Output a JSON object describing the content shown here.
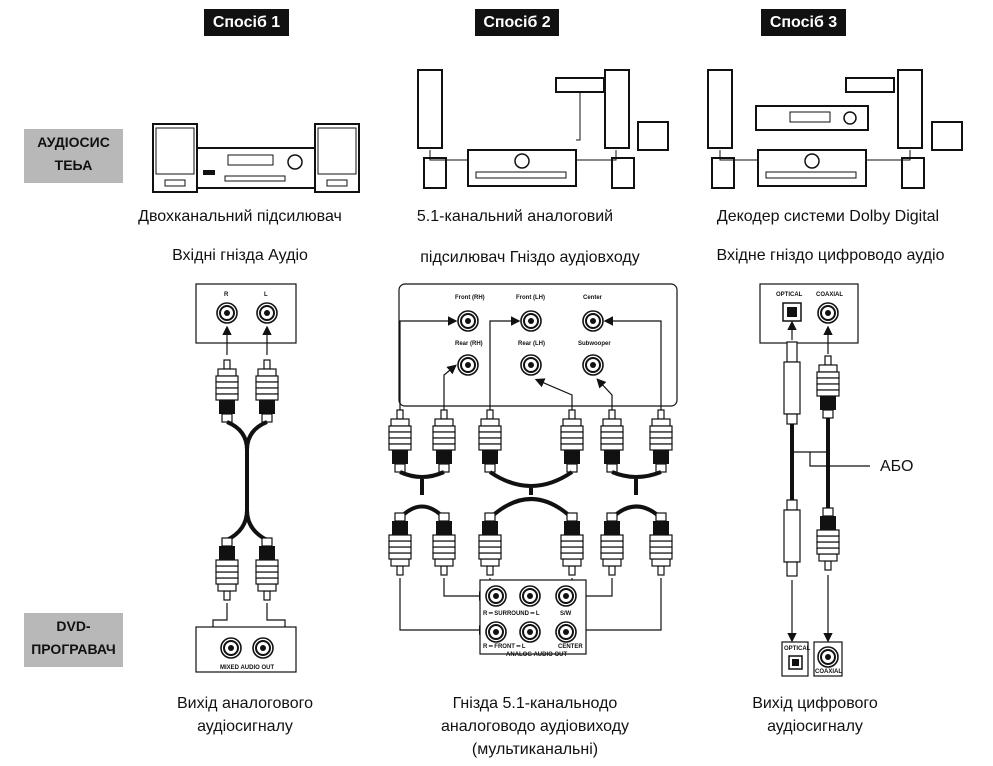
{
  "methods": [
    "Спосіб 1",
    "Спосіб 2",
    "Спосіб 3"
  ],
  "side_labels": {
    "audio_system": "АУДІОСИС ТЕЬА",
    "dvd_player": "DVD-ПРОГРАВАЧ"
  },
  "captions": {
    "m1_line1": "Двохканальний підсилювач",
    "m1_line2": "Вхідні гнізда Аудіо",
    "m2_line1": "5.1-канальний аналоговий",
    "m2_line2": "підсилювач Гніздо аудіовходу",
    "m3_line1": "Декодер системи Dolby Digital",
    "m3_line2": "Вхідне гніздо цифроводо аудіо"
  },
  "panel_labels": {
    "r": "R",
    "l": "L",
    "front_rh": "Front (RH)",
    "front_lh": "Front (LH)",
    "center": "Center",
    "rear_rh": "Rear (RH)",
    "rear_lh": "Rear (LH)",
    "subwoofer": "Subwooper",
    "optical": "OPTICAL",
    "coaxial": "COAXIAL",
    "mixed_audio_out": "MIXED AUDIO OUT",
    "analog_audio_out": "ANALOG AUDIO OUT",
    "surround": "R ━ SURROUND ━ L",
    "sw": "S/W",
    "front": "R ━ FRONT ━ L",
    "center_out": "CENTER"
  },
  "or_label": "АБО",
  "bottom_captions": {
    "m1": "Вихід аналогового аудіосигналу",
    "m2": "Гнізда 5.1-канальнодо аналоговодо аудіовиходу (мультиканальні)",
    "m3": "Вихід цифрового аудіосигналу"
  }
}
